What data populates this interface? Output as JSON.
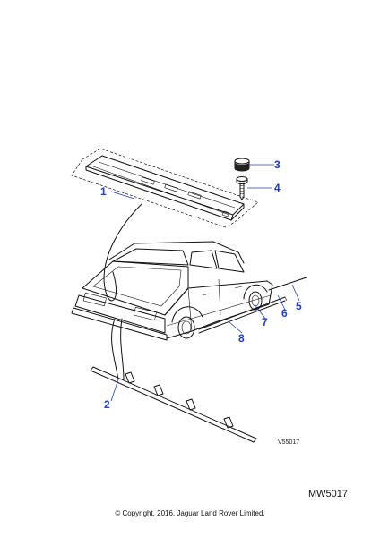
{
  "callouts": [
    {
      "id": "1",
      "label": "1"
    },
    {
      "id": "2",
      "label": "2"
    },
    {
      "id": "3",
      "label": "3"
    },
    {
      "id": "4",
      "label": "4"
    },
    {
      "id": "5",
      "label": "5"
    },
    {
      "id": "6",
      "label": "6"
    },
    {
      "id": "7",
      "label": "7"
    },
    {
      "id": "8",
      "label": "8"
    }
  ],
  "figure_code": "V55017",
  "diagram_ref": "MW5017",
  "copyright": "© Copyright, 2016. Jaguar Land Rover Limited."
}
